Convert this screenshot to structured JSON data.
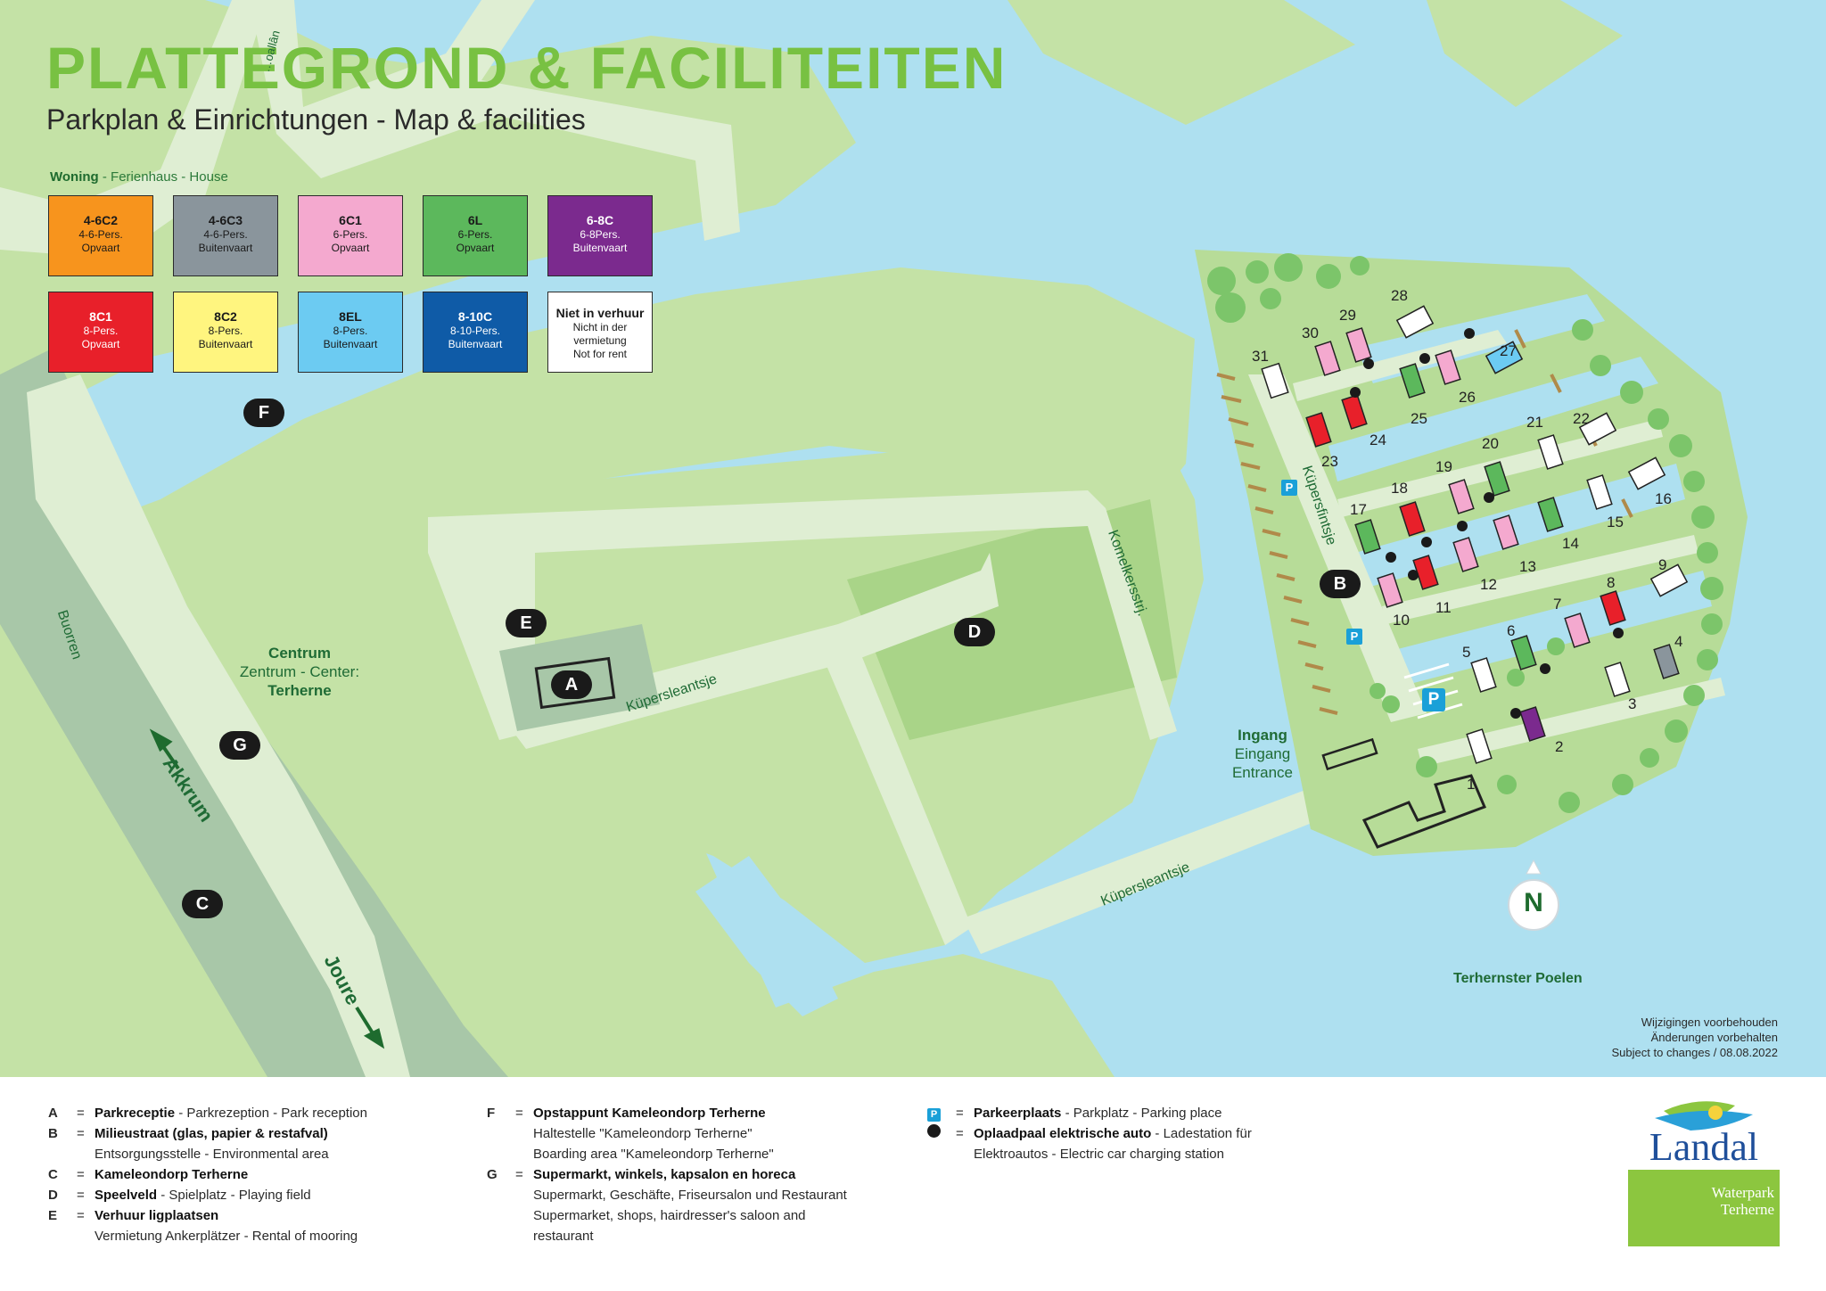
{
  "title": "PLATTEGROND & FACILITEITEN",
  "subtitle": "Parkplan & Einrichtungen  - Map & facilities",
  "legend": {
    "heading_bold": "Woning",
    "heading_rest": " - Ferienhaus - House",
    "houses": [
      {
        "code": "4-6C2",
        "line1": "4-6-Pers.",
        "line2": "Opvaart",
        "color": "#f7941d",
        "text_color": "#1a1a1a"
      },
      {
        "code": "4-6C3",
        "line1": "4-6-Pers.",
        "line2": "Buitenvaart",
        "color": "#8a959c",
        "text_color": "#1a1a1a"
      },
      {
        "code": "6C1",
        "line1": "6-Pers.",
        "line2": "Opvaart",
        "color": "#f4a9cf",
        "text_color": "#1a1a1a"
      },
      {
        "code": "6L",
        "line1": "6-Pers.",
        "line2": "Opvaart",
        "color": "#5cb85c",
        "text_color": "#1a1a1a"
      },
      {
        "code": "6-8C",
        "line1": "6-8Pers.",
        "line2": "Buitenvaart",
        "color": "#7b2a8e",
        "text_color": "#ffffff"
      },
      {
        "code": "8C1",
        "line1": "8-Pers.",
        "line2": "Opvaart",
        "color": "#e8202a",
        "text_color": "#ffffff"
      },
      {
        "code": "8C2",
        "line1": "8-Pers.",
        "line2": "Buitenvaart",
        "color": "#fff57f",
        "text_color": "#1a1a1a"
      },
      {
        "code": "8EL",
        "line1": "8-Pers.",
        "line2": "Buitenvaart",
        "color": "#6ccbf2",
        "text_color": "#1a1a1a"
      },
      {
        "code": "8-10C",
        "line1": "8-10-Pers.",
        "line2": "Buitenvaart",
        "color": "#0f5ba7",
        "text_color": "#ffffff"
      },
      {
        "code": "Niet in verhuur",
        "line1": "Nicht in der vermietung",
        "line2": "Not for rent",
        "color": "#ffffff",
        "text_color": "#1a1a1a"
      }
    ]
  },
  "map": {
    "markers": [
      "A",
      "B",
      "C",
      "D",
      "E",
      "F",
      "G"
    ],
    "streets": {
      "buorren": "Buorren",
      "kupersleantsje": "Küpersleantsje",
      "kupersleantsje2": "Küpersleantsje",
      "komelkersstrj": "Komelkersstrj.",
      "kupersfintsje": "Küpersfintsje",
      "top": "…oallân"
    },
    "centrum": {
      "bold": "Centrum",
      "line2": "Zentrum - Center:",
      "bold2": "Terherne"
    },
    "ingang": {
      "bold": "Ingang",
      "line2": "Eingang",
      "line3": "Entrance"
    },
    "direction_akkrum": "Akkrum",
    "direction_joure": "Joure",
    "water_label": "Terhernster Poelen",
    "compass": "N",
    "parking_symbol": "P",
    "lots": [
      "1",
      "2",
      "3",
      "4",
      "5",
      "6",
      "7",
      "8",
      "9",
      "10",
      "11",
      "12",
      "13",
      "14",
      "15",
      "16",
      "17",
      "18",
      "19",
      "20",
      "21",
      "22",
      "23",
      "24",
      "25",
      "26",
      "27",
      "28",
      "29",
      "30",
      "31"
    ]
  },
  "note": {
    "line1": "Wijzigingen voorbehouden",
    "line2": "Änderungen vorbehalten",
    "line3": "Subject to changes / 08.08.2022"
  },
  "key": {
    "col1": [
      {
        "letter": "A",
        "bold": "Parkreceptie",
        "rest": " - Parkrezeption - Park reception",
        "extra": ""
      },
      {
        "letter": "B",
        "bold": "Milieustraat (glas, papier & restafval)",
        "rest": "",
        "extra": "Entsorgungsstelle - Environmental area"
      },
      {
        "letter": "C",
        "bold": "Kameleondorp Terherne",
        "rest": "",
        "extra": ""
      },
      {
        "letter": "D",
        "bold": "Speelveld",
        "rest": " - Spielplatz - Playing field",
        "extra": ""
      },
      {
        "letter": "E",
        "bold": "Verhuur ligplaatsen",
        "rest": "",
        "extra": "Vermietung Ankerplätzer - Rental of mooring"
      }
    ],
    "col2": [
      {
        "letter": "F",
        "bold": "Opstappunt Kameleondorp Terherne",
        "extra1": "Haltestelle \"Kameleondorp Terherne\"",
        "extra2": "Boarding area \"Kameleondorp Terherne\""
      },
      {
        "letter": "G",
        "bold": "Supermarkt, winkels, kapsalon en horeca",
        "extra1": "Supermarkt, Geschäfte, Friseursalon und Restaurant",
        "extra2": "Supermarket, shops, hairdresser's saloon and",
        "extra3": "restaurant"
      }
    ],
    "col3": [
      {
        "symbol": "P",
        "bold": "Parkeerplaats",
        "rest": " - Parkplatz - Parking place",
        "extra": ""
      },
      {
        "symbol": "plug",
        "bold": "Oplaadpaal elektrische auto",
        "rest": " - Ladestation für",
        "extra": "Elektroautos - Electric car charging station"
      }
    ]
  },
  "logo": {
    "brand": "Landal",
    "line1": "Waterpark",
    "line2": "Terherne"
  }
}
